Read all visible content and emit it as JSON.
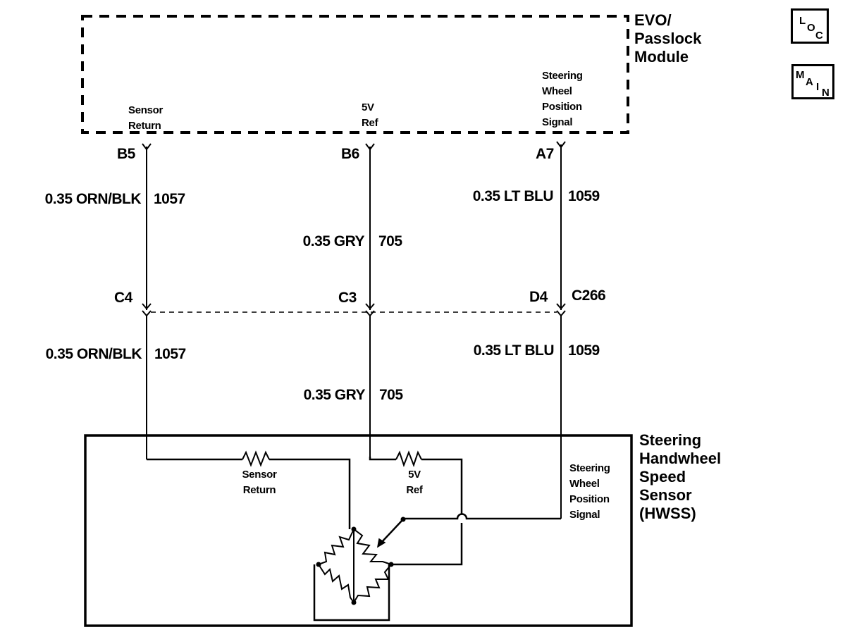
{
  "diagram": {
    "type": "wiring-schematic",
    "module": {
      "name_lines": [
        "EVO/",
        "Passlock",
        "Module"
      ],
      "terminal_labels": {
        "sensor_return": [
          "Sensor",
          "Return"
        ],
        "five_v_ref": [
          "5V",
          "Ref"
        ],
        "steering_wheel_position_signal": [
          "Steering",
          "Wheel",
          "Position",
          "Signal"
        ]
      }
    },
    "sensor": {
      "name_lines": [
        "Steering",
        "Handwheel",
        "Speed",
        "Sensor",
        "(HWSS)"
      ],
      "internal_labels": {
        "sensor_return": [
          "Sensor",
          "Return"
        ],
        "five_v_ref": [
          "5V",
          "Ref"
        ],
        "steering_wheel_position_signal": [
          "Steering",
          "Wheel",
          "Position",
          "Signal"
        ]
      }
    },
    "circuits": [
      {
        "id": "sensor-return",
        "module_pin": "B5",
        "connector_pin": "C4",
        "upper_wire": {
          "gauge_color": "0.35 ORN/BLK",
          "circuit_number": "1057"
        },
        "lower_wire": {
          "gauge_color": "0.35 ORN/BLK",
          "circuit_number": "1057"
        }
      },
      {
        "id": "5v-ref",
        "module_pin": "B6",
        "connector_pin": "C3",
        "upper_wire": {
          "gauge_color": "0.35 GRY",
          "circuit_number": "705"
        },
        "lower_wire": {
          "gauge_color": "0.35 GRY",
          "circuit_number": "705"
        }
      },
      {
        "id": "position-signal",
        "module_pin": "A7",
        "connector_pin": "D4",
        "upper_wire": {
          "gauge_color": "0.35 LT BLU",
          "circuit_number": "1059"
        },
        "lower_wire": {
          "gauge_color": "0.35 LT BLU",
          "circuit_number": "1059"
        }
      }
    ],
    "connector": {
      "name": "C266"
    },
    "badges": {
      "loc": [
        "L",
        "O",
        "C"
      ],
      "main": [
        "M",
        "A",
        "I",
        "N"
      ]
    },
    "colors": {
      "ink": "#000000",
      "background": "#ffffff"
    }
  }
}
